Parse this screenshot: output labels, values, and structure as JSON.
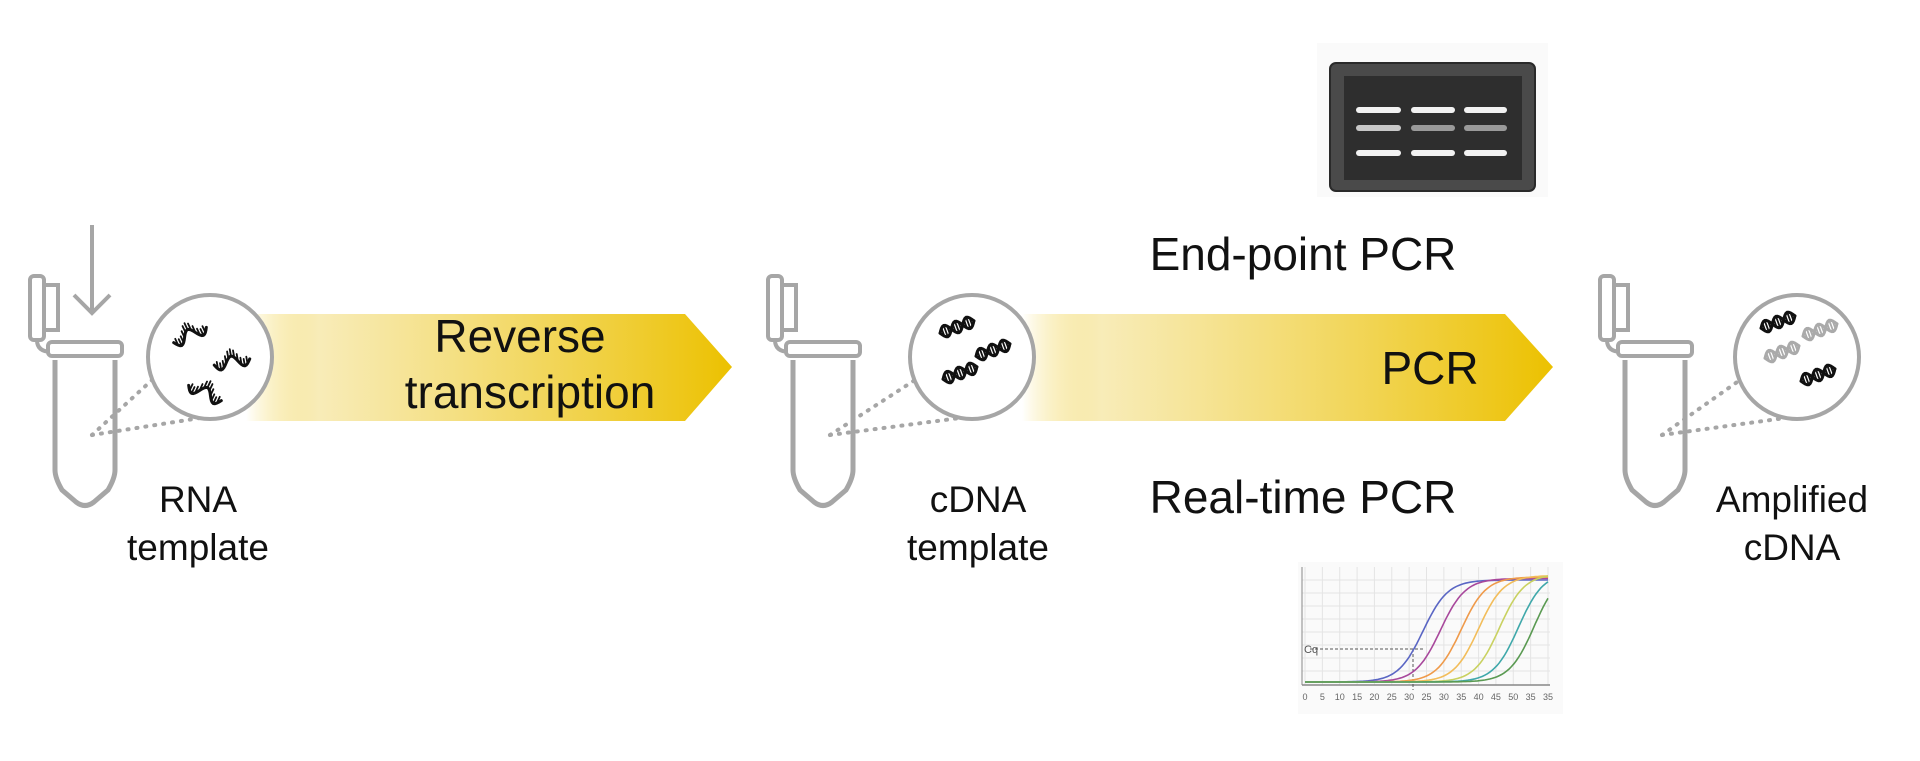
{
  "steps": {
    "rna": {
      "line1": "RNA",
      "line2": "template"
    },
    "cdna": {
      "line1": "cDNA",
      "line2": "template"
    },
    "amplified": {
      "line1": "Amplified",
      "line2": "cDNA"
    }
  },
  "arrows": {
    "reverse_transcription": {
      "line1": "Reverse",
      "line2": "transcription"
    },
    "pcr": {
      "label": "PCR"
    }
  },
  "methods": {
    "end_point": "End-point PCR",
    "real_time": "Real-time PCR"
  },
  "qpcr_inset": {
    "threshold_label": "Cq",
    "x_ticks": [
      "0",
      "5",
      "10",
      "15",
      "20",
      "25",
      "30",
      "25",
      "30",
      "35",
      "40",
      "45",
      "50",
      "35",
      "35"
    ],
    "curve_colors": [
      "#5a66c4",
      "#a8489c",
      "#ef9a4a",
      "#f2bd5a",
      "#c9d160",
      "#3fa8aa",
      "#5a9a52"
    ]
  },
  "colors": {
    "arrow_gradient_end": "#ecc100",
    "tube_outline": "#a6a6a6",
    "rna_liquid": "#e6e6e6",
    "cdna_liquid": "#bfe2ec",
    "gel_body": "#3a3a3a",
    "gel_band": "#f2f2f2"
  },
  "icons": {
    "rna": "rna-strand-icon",
    "dna": "dna-helix-icon",
    "gel": "gel-electrophoresis-icon",
    "sample_arrow": "arrow-down-icon"
  }
}
